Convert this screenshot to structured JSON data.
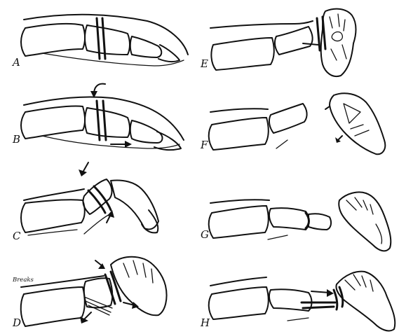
{
  "panels": [
    {
      "id": "A",
      "letter": "A"
    },
    {
      "id": "B",
      "letter": "B"
    },
    {
      "id": "C",
      "letter": "C"
    },
    {
      "id": "D",
      "letter": "D",
      "annotation": "Breaks"
    },
    {
      "id": "E",
      "letter": "E"
    },
    {
      "id": "F",
      "letter": "F"
    },
    {
      "id": "G",
      "letter": "G"
    },
    {
      "id": "H",
      "letter": "H"
    }
  ],
  "colors": {
    "ink": "#111111",
    "background": "#ffffff"
  }
}
